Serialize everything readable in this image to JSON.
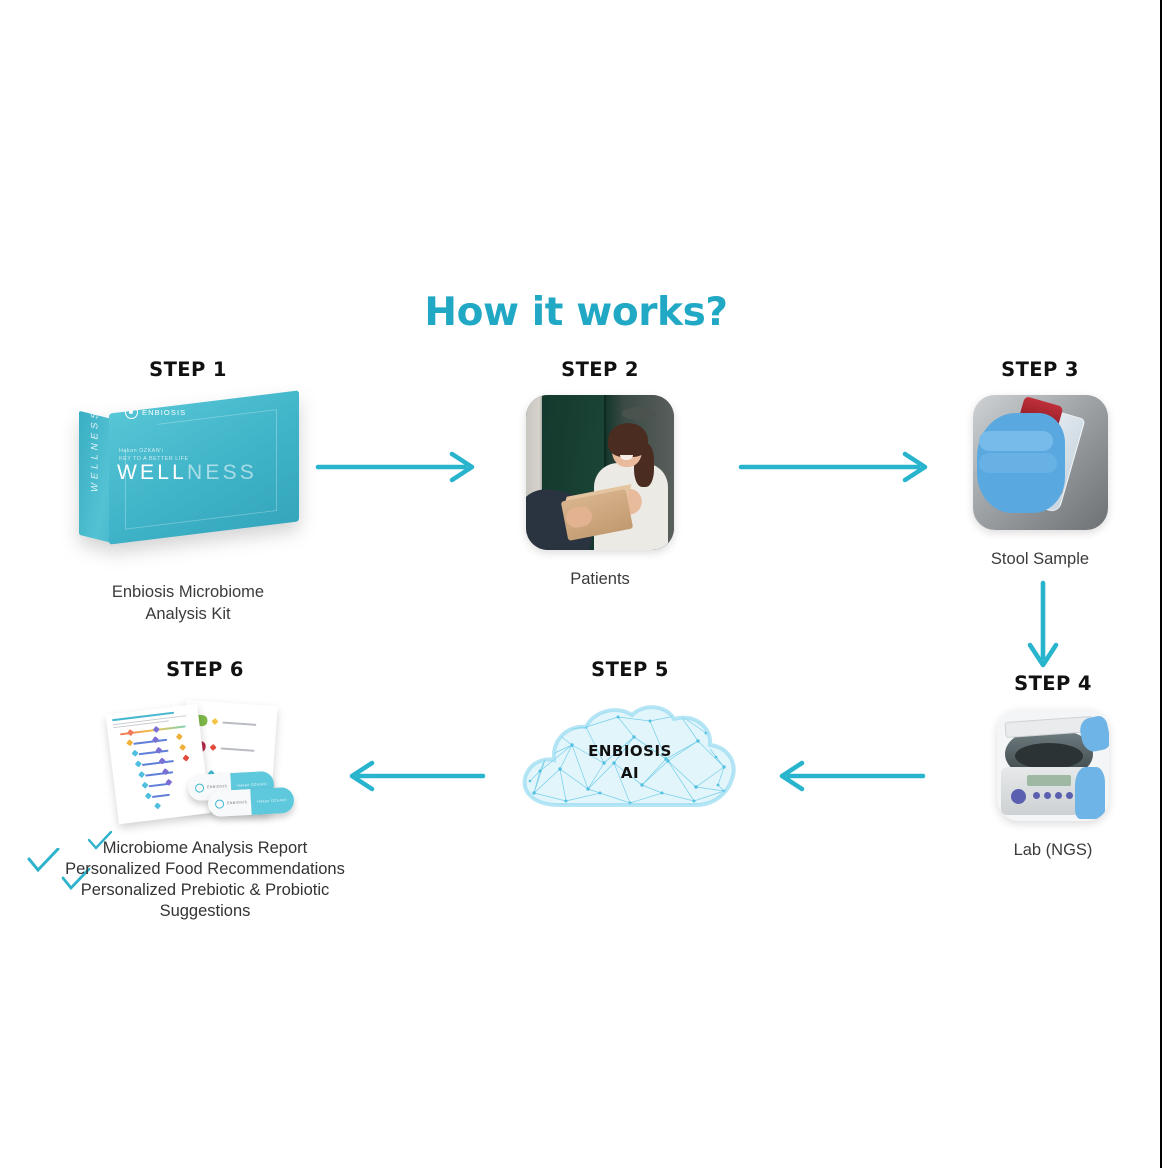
{
  "title": "How it works?",
  "colors": {
    "title_teal": "#21a8c4",
    "arrow_teal": "#29b4cd",
    "check_teal": "#2fb3cd",
    "box_teal": "#45b8cb",
    "text_dark": "#333333"
  },
  "steps": [
    {
      "id": "step-1",
      "label": "STEP 1",
      "caption": "Enbiosis Microbiome\nAnalysis Kit",
      "caption_line1": "Enbiosis Microbiome",
      "caption_line2": "Analysis Kit",
      "artwork": "enbiosis-wellness-kit-box",
      "box": {
        "logo_text": "ENBIOSIS",
        "kicker_line1": "Hakan OZKAN'ı",
        "kicker_line2": "KEY TO A BETTER LIFE",
        "word_bold": "WELL",
        "word_light": "NESS",
        "side_text": "WELLNESS"
      }
    },
    {
      "id": "step-2",
      "label": "STEP 2",
      "caption": "Patients",
      "artwork": "woman-receiving-package-photo"
    },
    {
      "id": "step-3",
      "label": "STEP 3",
      "caption": "Stool Sample",
      "artwork": "gloved-hand-sample-container-photo"
    },
    {
      "id": "step-4",
      "label": "STEP 4",
      "caption": "Lab (NGS)",
      "artwork": "laboratory-centrifuge-photo"
    },
    {
      "id": "step-5",
      "label": "STEP 5",
      "caption": "",
      "artwork": "ai-network-cloud",
      "cloud_label_line1": "ENBIOSIS",
      "cloud_label_line2": "AI"
    },
    {
      "id": "step-6",
      "label": "STEP 6",
      "caption": "",
      "artwork": "analysis-reports-and-capsules",
      "benefits": [
        "Microbiome Analysis Report",
        "Personalized Food Recommendations",
        "Personalized Prebiotic & Probiotic",
        "Suggestions"
      ]
    }
  ],
  "arrows": [
    {
      "id": "arrow-step1-step2",
      "direction": "right"
    },
    {
      "id": "arrow-step2-step3",
      "direction": "right"
    },
    {
      "id": "arrow-step3-step4",
      "direction": "down"
    },
    {
      "id": "arrow-step4-step5",
      "direction": "left"
    },
    {
      "id": "arrow-step5-step6",
      "direction": "left"
    }
  ]
}
